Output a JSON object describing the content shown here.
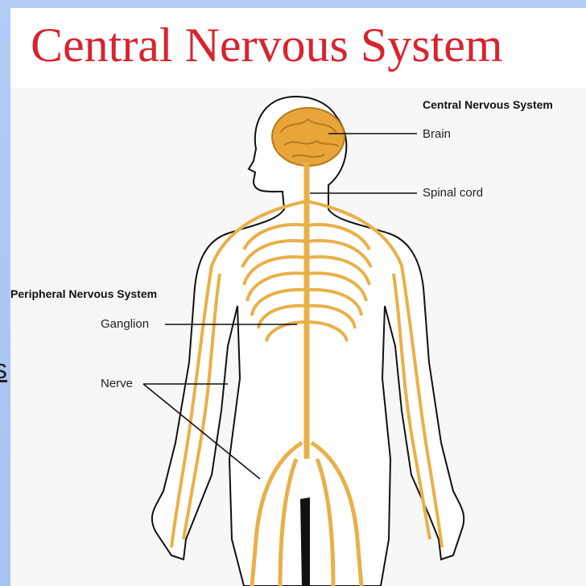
{
  "title": "Central Nervous System",
  "labels": {
    "cns_header": "Central Nervous System",
    "brain": "Brain",
    "spinal_cord": "Spinal cord",
    "pns_header": "Peripheral Nervous System",
    "ganglion": "Ganglion",
    "nerve": "Nerve"
  },
  "edge_fragment": "s",
  "colors": {
    "title": "#d8232f",
    "nerve": "#e9b048",
    "brain": "#e8a63a",
    "outline": "#111111",
    "background": "#a9c6f5"
  }
}
